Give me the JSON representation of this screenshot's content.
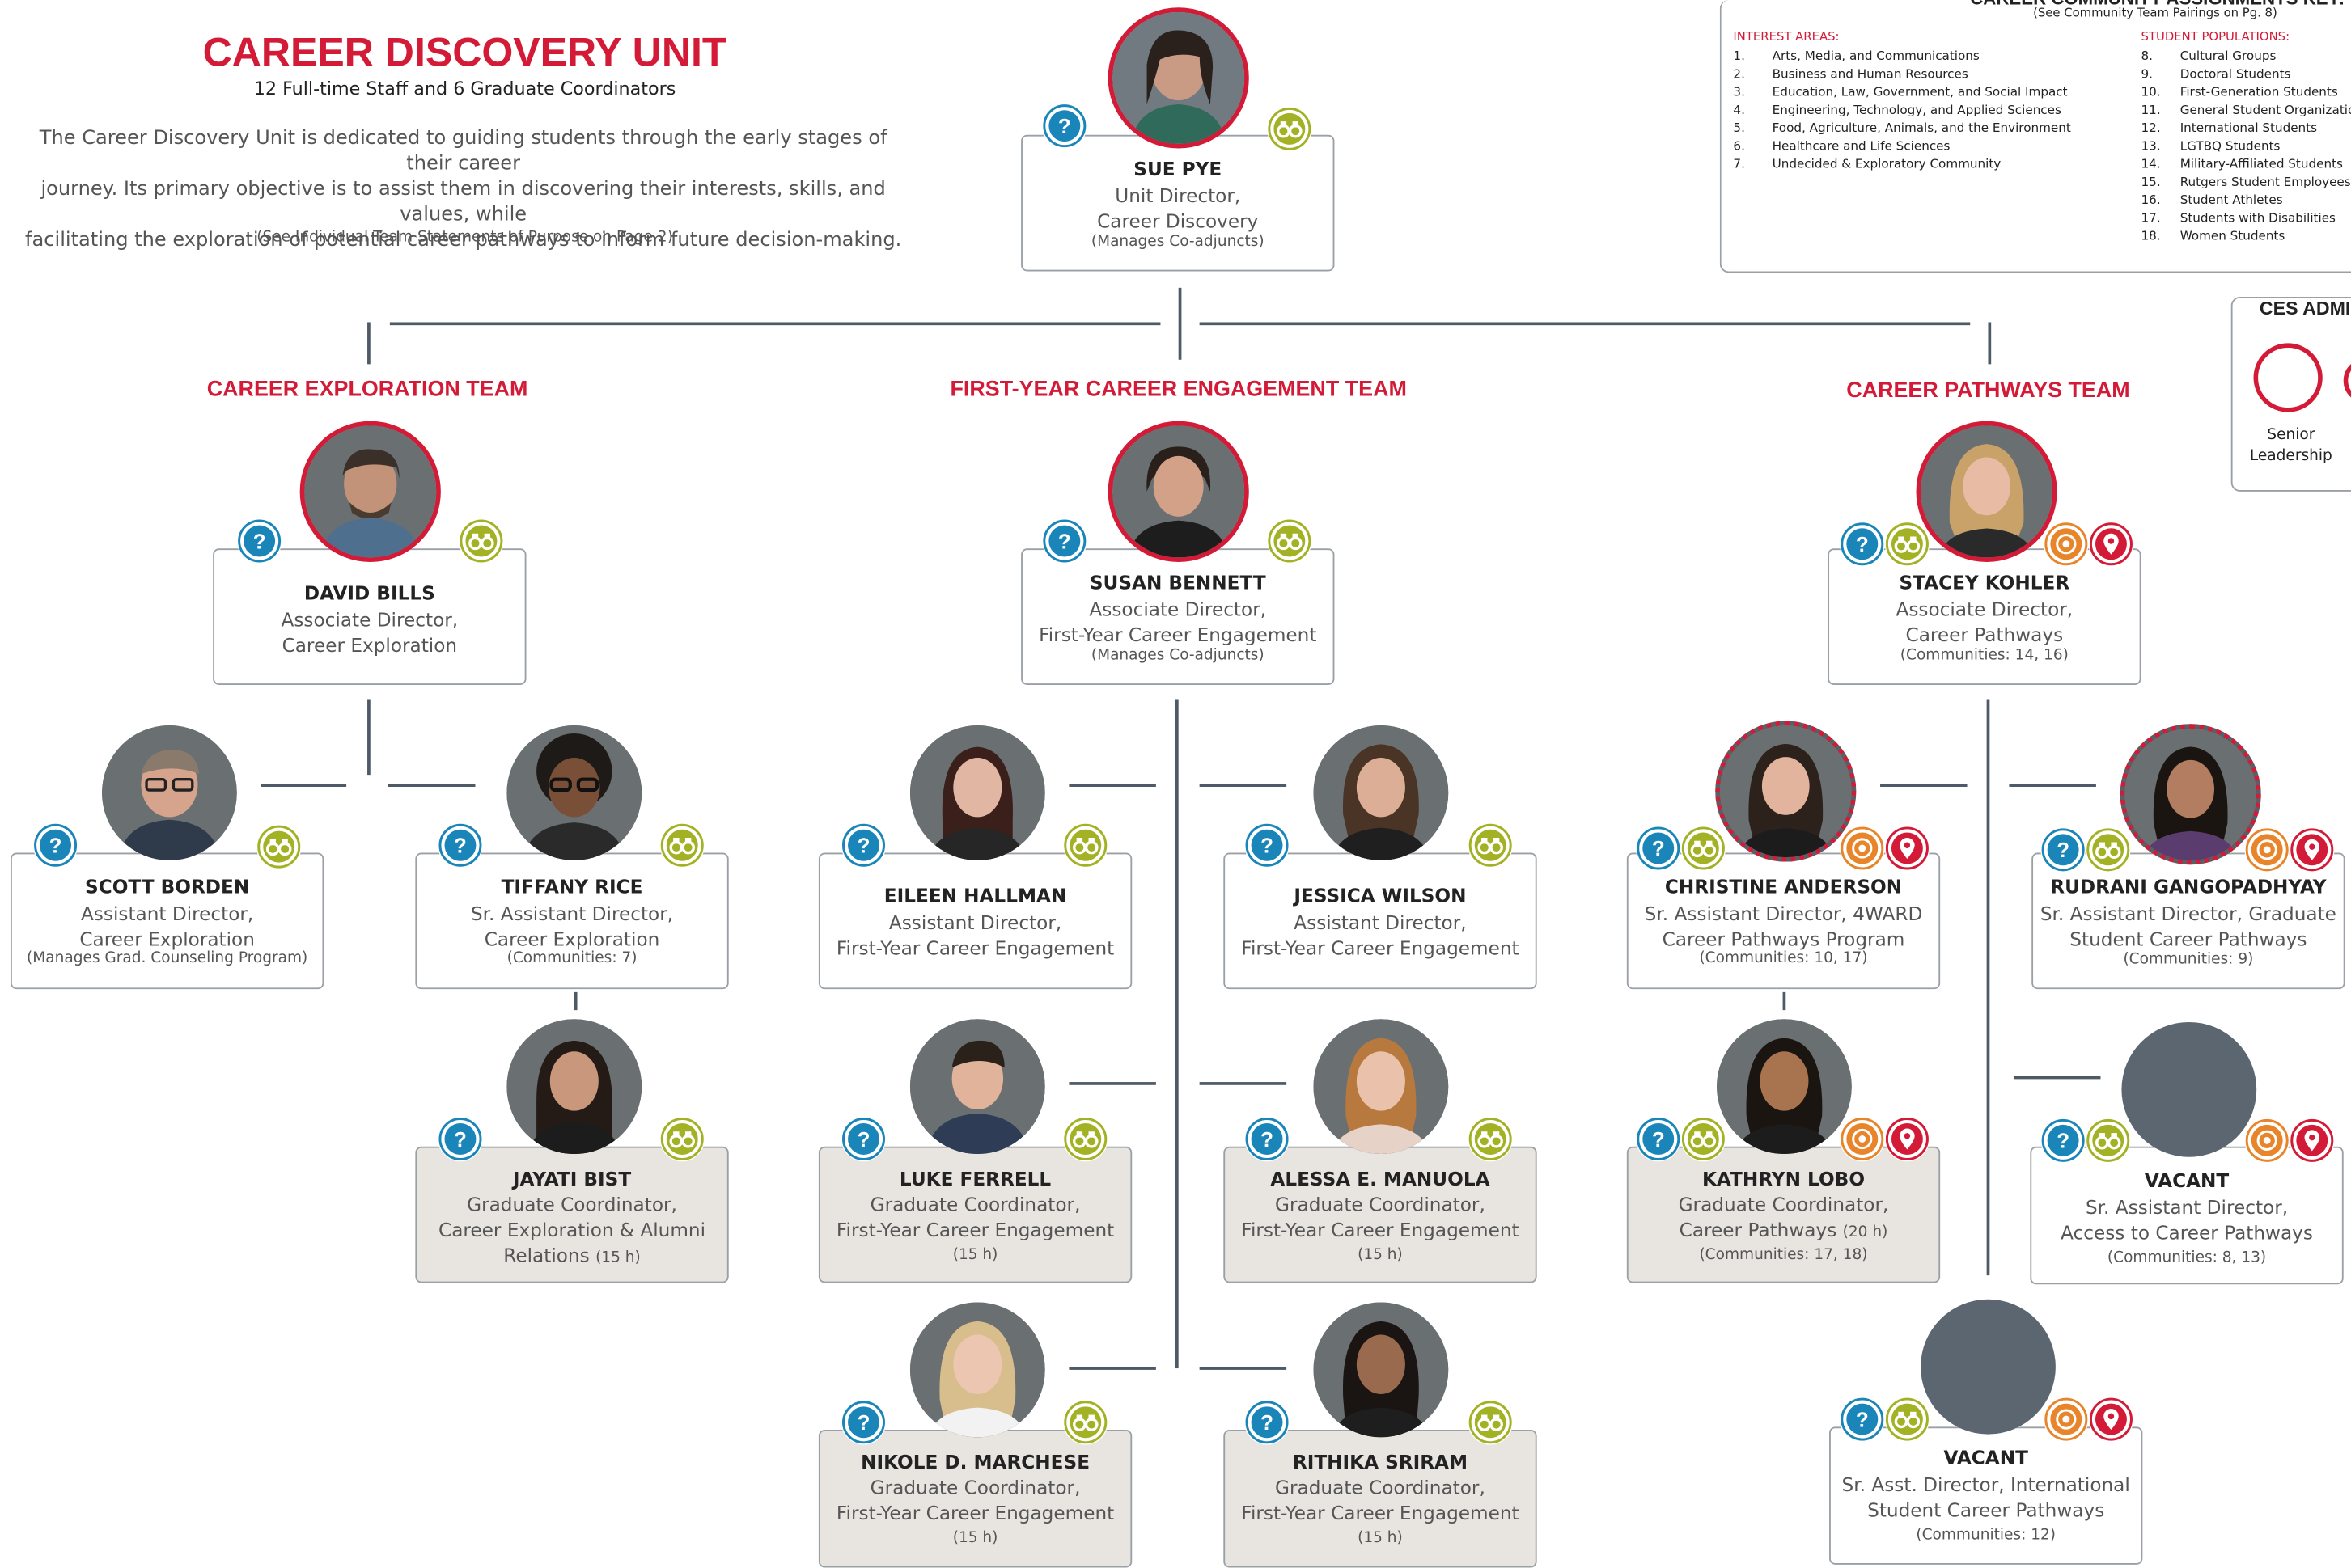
{
  "header": {
    "title": "CAREER DISCOVERY UNIT",
    "subtitle": "12 Full-time Staff and 6 Graduate Coordinators",
    "purpose_line1": "The Career Discovery Unit is dedicated to guiding students through the early stages of their career",
    "purpose_line2": "journey. Its primary objective is to assist them in discovering their interests, skills, and values, while",
    "purpose_line3": "facilitating the exploration of potential career pathways to inform future decision-making.",
    "purpose_note": "(See Individual Team Statements of Purpose on Page 2)"
  },
  "director": {
    "name": "SUE PYE",
    "title1": "Unit Director,",
    "title2": "Career Discovery",
    "note": "(Manages Co-adjuncts)"
  },
  "teams": {
    "exploration": "CAREER EXPLORATION TEAM",
    "first_year": "FIRST-YEAR CAREER ENGAGEMENT TEAM",
    "pathways": "CAREER PATHWAYS TEAM"
  },
  "people": {
    "david": {
      "name": "DAVID BILLS",
      "title1": "Associate Director,",
      "title2": "Career Exploration"
    },
    "scott": {
      "name": "SCOTT BORDEN",
      "title1": "Assistant Director,",
      "title2": "Career Exploration",
      "note": "(Manages Grad. Counseling Program)"
    },
    "tiffany": {
      "name": "TIFFANY RICE",
      "title1": "Sr. Assistant Director,",
      "title2": "Career Exploration",
      "note": "(Communities: 7)"
    },
    "jayati": {
      "name": "JAYATI BIST",
      "title1": "Graduate Coordinator,",
      "title2": "Career Exploration & Alumni",
      "title3": "Relations",
      "hours": "(15 h)"
    },
    "susan": {
      "name": "SUSAN BENNETT",
      "title1": "Associate Director,",
      "title2": "First-Year Career Engagement",
      "note": "(Manages Co-adjuncts)"
    },
    "eileen": {
      "name": "EILEEN HALLMAN",
      "title1": "Assistant Director,",
      "title2": "First-Year Career Engagement"
    },
    "jessica": {
      "name": "JESSICA WILSON",
      "title1": "Assistant Director,",
      "title2": "First-Year Career Engagement"
    },
    "luke": {
      "name": "LUKE FERRELL",
      "title1": "Graduate Coordinator,",
      "title2": "First-Year Career Engagement",
      "note": "(15 h)"
    },
    "alessa": {
      "name": "ALESSA E. MANUOLA",
      "title1": "Graduate Coordinator,",
      "title2": "First-Year Career Engagement",
      "note": "(15 h)"
    },
    "nikole": {
      "name": "NIKOLE D. MARCHESE",
      "title1": "Graduate Coordinator,",
      "title2": "First-Year Career Engagement",
      "note": "(15 h)"
    },
    "rithika": {
      "name": "RITHIKA SRIRAM",
      "title1": "Graduate Coordinator,",
      "title2": "First-Year Career Engagement",
      "note": "(15 h)"
    },
    "stacey": {
      "name": "STACEY KOHLER",
      "title1": "Associate Director,",
      "title2": "Career Pathways",
      "note": "(Communities: 14, 16)"
    },
    "christine": {
      "name": "CHRISTINE ANDERSON",
      "title1": "Sr. Assistant Director, 4WARD",
      "title2": "Career Pathways Program",
      "note": "(Communities: 10, 17)"
    },
    "rudrani": {
      "name": "RUDRANI GANGOPADHYAY",
      "title1": "Sr. Assistant Director, Graduate",
      "title2": "Student Career Pathways",
      "note": "(Communities: 9)"
    },
    "kathryn": {
      "name": "KATHRYN LOBO",
      "title1": "Graduate Coordinator,",
      "title2": "Career Pathways",
      "hours": "(20 h)",
      "note": "(Communities: 17, 18)"
    },
    "vacant1": {
      "name": "VACANT",
      "title1": "Sr. Assistant Director,",
      "title2": "Access to Career Pathways",
      "note": "(Communities: 8, 13)"
    },
    "vacant2": {
      "name": "VACANT",
      "title1": "Sr. Asst. Director, International",
      "title2": "Student Career Pathways",
      "note": "(Communities: 12)"
    }
  },
  "key": {
    "title": "CAREER COMMUNITY ASSIGNMENTS KEY:",
    "subtitle": "(See Community Team Pairings on Pg. 8)",
    "interest_head": "INTEREST AREAS:",
    "population_head": "STUDENT POPULATIONS:",
    "interest": [
      {
        "n": "1.",
        "t": "Arts, Media, and Communications"
      },
      {
        "n": "2.",
        "t": "Business and Human Resources"
      },
      {
        "n": "3.",
        "t": "Education, Law, Government, and Social Impact"
      },
      {
        "n": "4.",
        "t": "Engineering, Technology, and Applied Sciences"
      },
      {
        "n": "5.",
        "t": "Food, Agriculture, Animals, and the Environment"
      },
      {
        "n": "6.",
        "t": "Healthcare and Life Sciences"
      },
      {
        "n": "7.",
        "t": "Undecided & Exploratory Community"
      }
    ],
    "population": [
      {
        "n": "8.",
        "t": "Cultural Groups"
      },
      {
        "n": "9.",
        "t": "Doctoral Students"
      },
      {
        "n": "10.",
        "t": "First-Generation Students"
      },
      {
        "n": "11.",
        "t": "General Student Organizations"
      },
      {
        "n": "12.",
        "t": "International Students"
      },
      {
        "n": "13.",
        "t": "LGTBQ Students"
      },
      {
        "n": "14.",
        "t": "Military-Affiliated Students"
      },
      {
        "n": "15.",
        "t": "Rutgers Student Employees"
      },
      {
        "n": "16.",
        "t": "Student Athletes"
      },
      {
        "n": "17.",
        "t": "Students with Disabilities"
      },
      {
        "n": "18.",
        "t": "Women Students"
      }
    ]
  },
  "ces": {
    "title": "CES ADMIN",
    "label1": "Senior",
    "label2": "Leadership"
  },
  "colors": {
    "accent": "#d31a36",
    "line": "#4e5a66",
    "question": "#1a85b8",
    "binoculars": "#a3b224",
    "target": "#e8852a",
    "pin": "#d31a36",
    "grad_card": "#e8e5e0"
  }
}
